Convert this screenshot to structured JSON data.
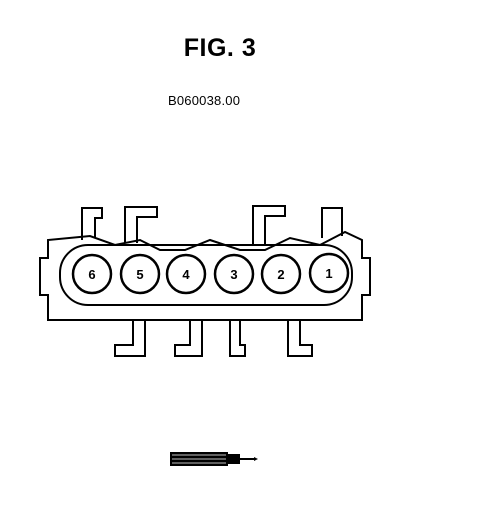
{
  "figure": {
    "title": "FIG. 3",
    "code": "B060038.00"
  },
  "connector": {
    "pins": [
      {
        "label": "6"
      },
      {
        "label": "5"
      },
      {
        "label": "4"
      },
      {
        "label": "3"
      },
      {
        "label": "2"
      },
      {
        "label": "1"
      }
    ]
  },
  "icons": {
    "probe": "test-probe-icon"
  },
  "colors": {
    "ink": "#000000",
    "paper": "#ffffff"
  }
}
